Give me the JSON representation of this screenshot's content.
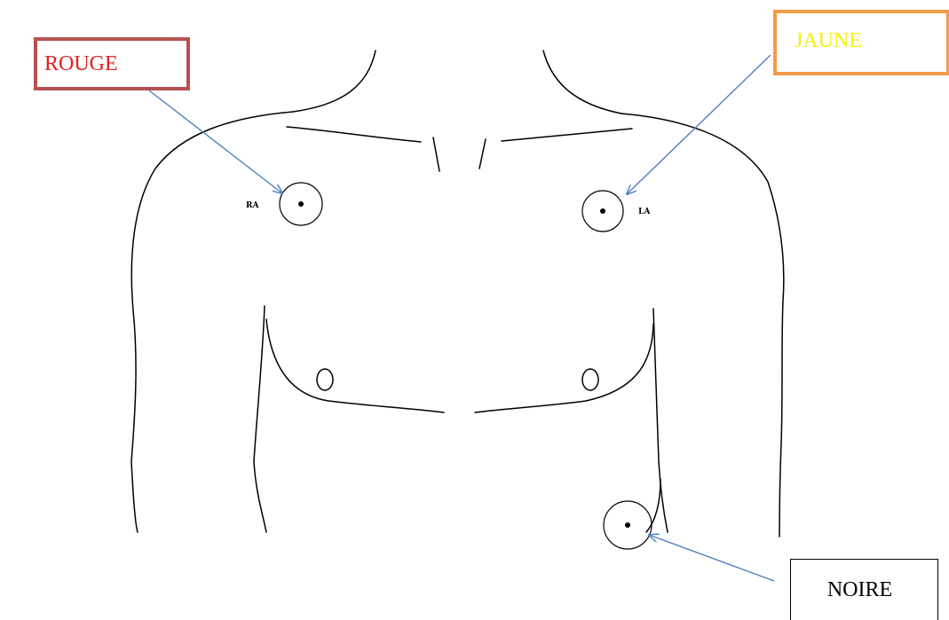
{
  "labels": {
    "rouge": "ROUGE",
    "jaune": "JAUNE",
    "noire": "NOIRE"
  },
  "electrodes": {
    "ra": "RA",
    "la": "LA"
  },
  "colors": {
    "rouge_text": "#e02020",
    "rouge_border": "#b5514f",
    "jaune_text": "#f2f20a",
    "jaune_border": "#f29b48",
    "noire_text": "#000000",
    "noire_border": "#000000",
    "arrow": "#4f7fc0",
    "outline": "#000000"
  }
}
